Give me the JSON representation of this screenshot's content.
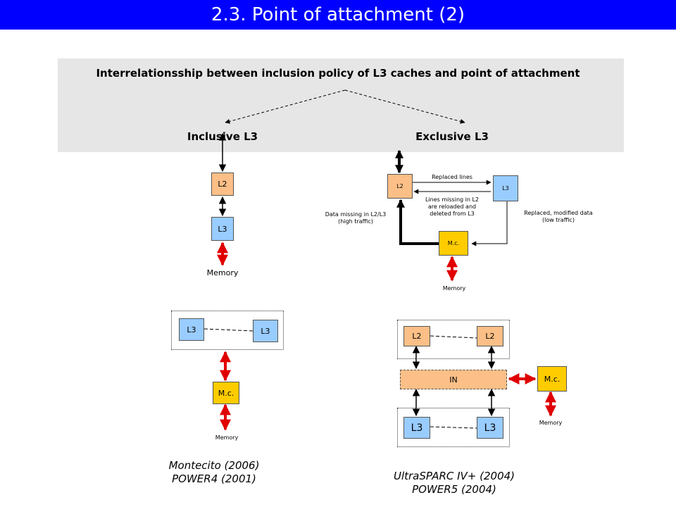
{
  "title": "2.3.  Point of attachment (2)",
  "header": {
    "text": "Interrelationsship between inclusion policy of L3 caches and point of attachment",
    "inclusive": "Inclusive L3",
    "exclusive": "Exclusive L3"
  },
  "inclusive": {
    "l2": "L2",
    "l3": "L3",
    "memory": "Memory"
  },
  "exclusive": {
    "l2": "L2",
    "l3": "L3",
    "mc": "M.c.",
    "memory": "Memory",
    "replaced_lines": "Replaced lines",
    "lines_missing": [
      "Lines missing in L2",
      "are reloaded and",
      "deleted from L3"
    ],
    "data_missing": [
      "Data missing in L2/L3",
      "(high traffic)"
    ],
    "replaced_modified": [
      "Replaced, modified data",
      "(low traffic)"
    ]
  },
  "montecito": {
    "l3a": "L3",
    "l3b": "L3",
    "mc": "M.c.",
    "memory": "Memory",
    "caption": [
      "Montecito (2006)",
      "POWER4 (2001)"
    ]
  },
  "ultrasparc": {
    "l2a": "L2",
    "l2b": "L2",
    "in": "IN",
    "l3a": "L3",
    "l3b": "L3",
    "mc": "M.c.",
    "memory": "Memory",
    "caption": [
      "UltraSPARC IV+ (2004)",
      "POWER5 (2004)"
    ]
  },
  "colors": {
    "title_bg": "#0000ff",
    "l2": "#fbbf87",
    "l3": "#99ccff",
    "mc": "#ffcc00",
    "red_arrow": "#e00000"
  }
}
